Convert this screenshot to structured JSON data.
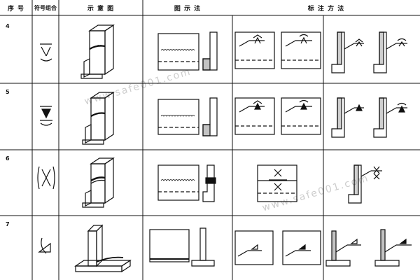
{
  "table": {
    "headers": {
      "seq": "序 号",
      "symbol": "符号组合",
      "sketch": "示 意 图",
      "drawing": "图 示 法",
      "notation": "标 注 方 法"
    },
    "rows": [
      {
        "seq": "4"
      },
      {
        "seq": "5"
      },
      {
        "seq": "6"
      },
      {
        "seq": "7"
      }
    ]
  },
  "watermark": {
    "text": "www.safe001.com",
    "color": "#bdbdbd"
  },
  "colors": {
    "ink": "#111111",
    "paper": "#ffffff"
  }
}
